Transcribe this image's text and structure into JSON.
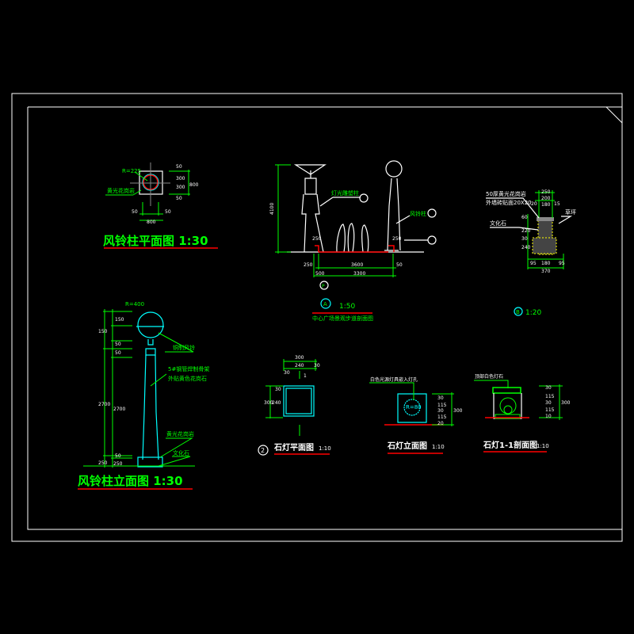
{
  "plan_view": {
    "title": "风铃柱平面图 1:30",
    "radius_label": "R=225",
    "material_label": "黄光花岗岩",
    "dims": [
      "50",
      "300",
      "300",
      "50",
      "800",
      "800",
      "50",
      "50"
    ]
  },
  "elevation_view": {
    "title": "风铃柱立面图 1:30",
    "radius_label": "R=400",
    "bell_label": "铜制风铃",
    "column_label_1": "5#钢管焊制骨架",
    "column_label_2": "外贴黄色花岗石",
    "base_label_1": "黄光花岗岩",
    "base_label_2": "文化石",
    "dims": [
      "150",
      "150",
      "50",
      "50",
      "2700",
      "2700",
      "50",
      "250",
      "250"
    ]
  },
  "section_a": {
    "height_dim": "4100",
    "lamp_label": "灯光雕塑柱",
    "wind_label": "风铃柱",
    "dims": [
      "250",
      "250",
      "250",
      "3600",
      "50",
      "500",
      "3300"
    ],
    "marker": "A",
    "ref_marker": "P",
    "scale": "1:50",
    "caption": "中心广场景观步道剖面图"
  },
  "section_b": {
    "label_1": "50厚黄光花岗岩",
    "label_2": "外墙砖贴面20X20",
    "label_3": "文化石",
    "label_4": "草坪",
    "dims_top": [
      "250",
      "200",
      "20",
      "180",
      "15"
    ],
    "dims_side": [
      "60",
      "220",
      "30",
      "240"
    ],
    "dims_bottom": [
      "95",
      "180",
      "95",
      "370"
    ],
    "marker": "B",
    "scale": "1:20"
  },
  "stone_lamp_plan": {
    "title": "石灯平面图",
    "scale": "1:10",
    "number": "2",
    "section_mark": "1",
    "dims": [
      "300",
      "240",
      "30",
      "30",
      "300",
      "240",
      "30"
    ]
  },
  "stone_lamp_elevation": {
    "title": "石灯立面图",
    "scale": "1:10",
    "note": "白色光源灯具嵌入灯孔",
    "radius_label": "R=80",
    "dims": [
      "30",
      "115",
      "30",
      "115",
      "20",
      "300"
    ]
  },
  "stone_lamp_section": {
    "title": "石灯1-1剖面图",
    "scale": "1:10",
    "note": "顶部白色灯石",
    "dims": [
      "30",
      "115",
      "30",
      "115",
      "10",
      "300"
    ]
  }
}
